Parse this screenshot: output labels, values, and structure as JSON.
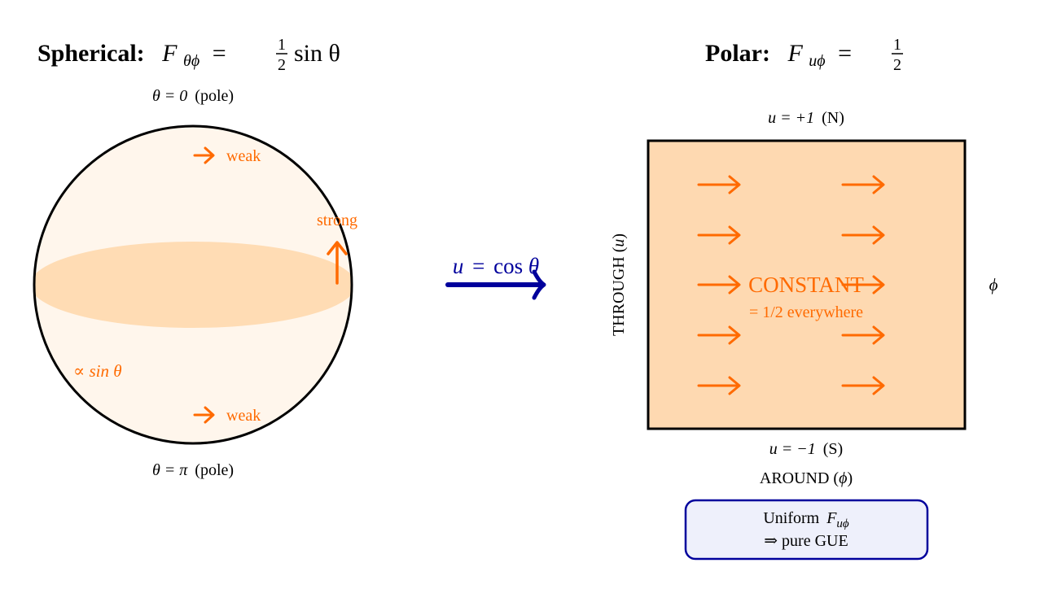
{
  "colors": {
    "orange": "#ff6a00",
    "sphere_fill": "#fff6ec",
    "equator_fill": "#ffdcb4",
    "square_fill": "#fed9b1",
    "navy": "#00009c",
    "box_fill": "#eef0fb"
  },
  "left": {
    "title_bold": "Spherical:",
    "title_math": "F_{θφ} = ½ sin θ",
    "title_F": "F",
    "title_sub": "θϕ",
    "title_eq": "=",
    "title_num": "1",
    "title_den": "2",
    "title_tail": "sin θ",
    "top_pole_label": "θ = 0 (pole)",
    "top_pole_math": "θ = 0",
    "top_pole_word": "(pole)",
    "bottom_pole_label": "θ = π (pole)",
    "bottom_pole_math": "θ = π",
    "bottom_pole_word": "(pole)",
    "top_arrow_label": "weak",
    "bottom_arrow_label": "weak",
    "equator_arrow_label": "strong",
    "proportional_label": "∝ sin θ"
  },
  "transform": {
    "label": "u = cos θ",
    "u": "u",
    "eq": "=",
    "cos": "cos",
    "theta": "θ"
  },
  "right": {
    "title_bold": "Polar:",
    "title_math": "F_{uφ} = ½",
    "title_F": "F",
    "title_sub": "uϕ",
    "title_eq": "=",
    "title_num": "1",
    "title_den": "2",
    "top_label": "u = +1 (N)",
    "top_label_math": "u = +1",
    "top_label_word": "(N)",
    "bottom_label": "u = −1 (S)",
    "bottom_label_math": "u = −1",
    "bottom_label_word": "(S)",
    "vertical_axis_label": "THROUGH (u)",
    "vertical_axis_word": "THROUGH (",
    "vertical_axis_u": "u",
    "vertical_axis_close": ")",
    "horizontal_axis_label": "AROUND (ϕ)",
    "horizontal_axis_word": "AROUND (",
    "horizontal_axis_phi": "ϕ",
    "horizontal_axis_close": ")",
    "side_label": "ϕ",
    "center_title": "CONSTANT",
    "center_subtitle": "= 1/2 everywhere"
  },
  "summary_box": {
    "line1": "Uniform F_{uϕ}",
    "line1_word": "Uniform",
    "line1_F": "F",
    "line1_sub": "uϕ",
    "line2": "⇒ pure GUE"
  }
}
